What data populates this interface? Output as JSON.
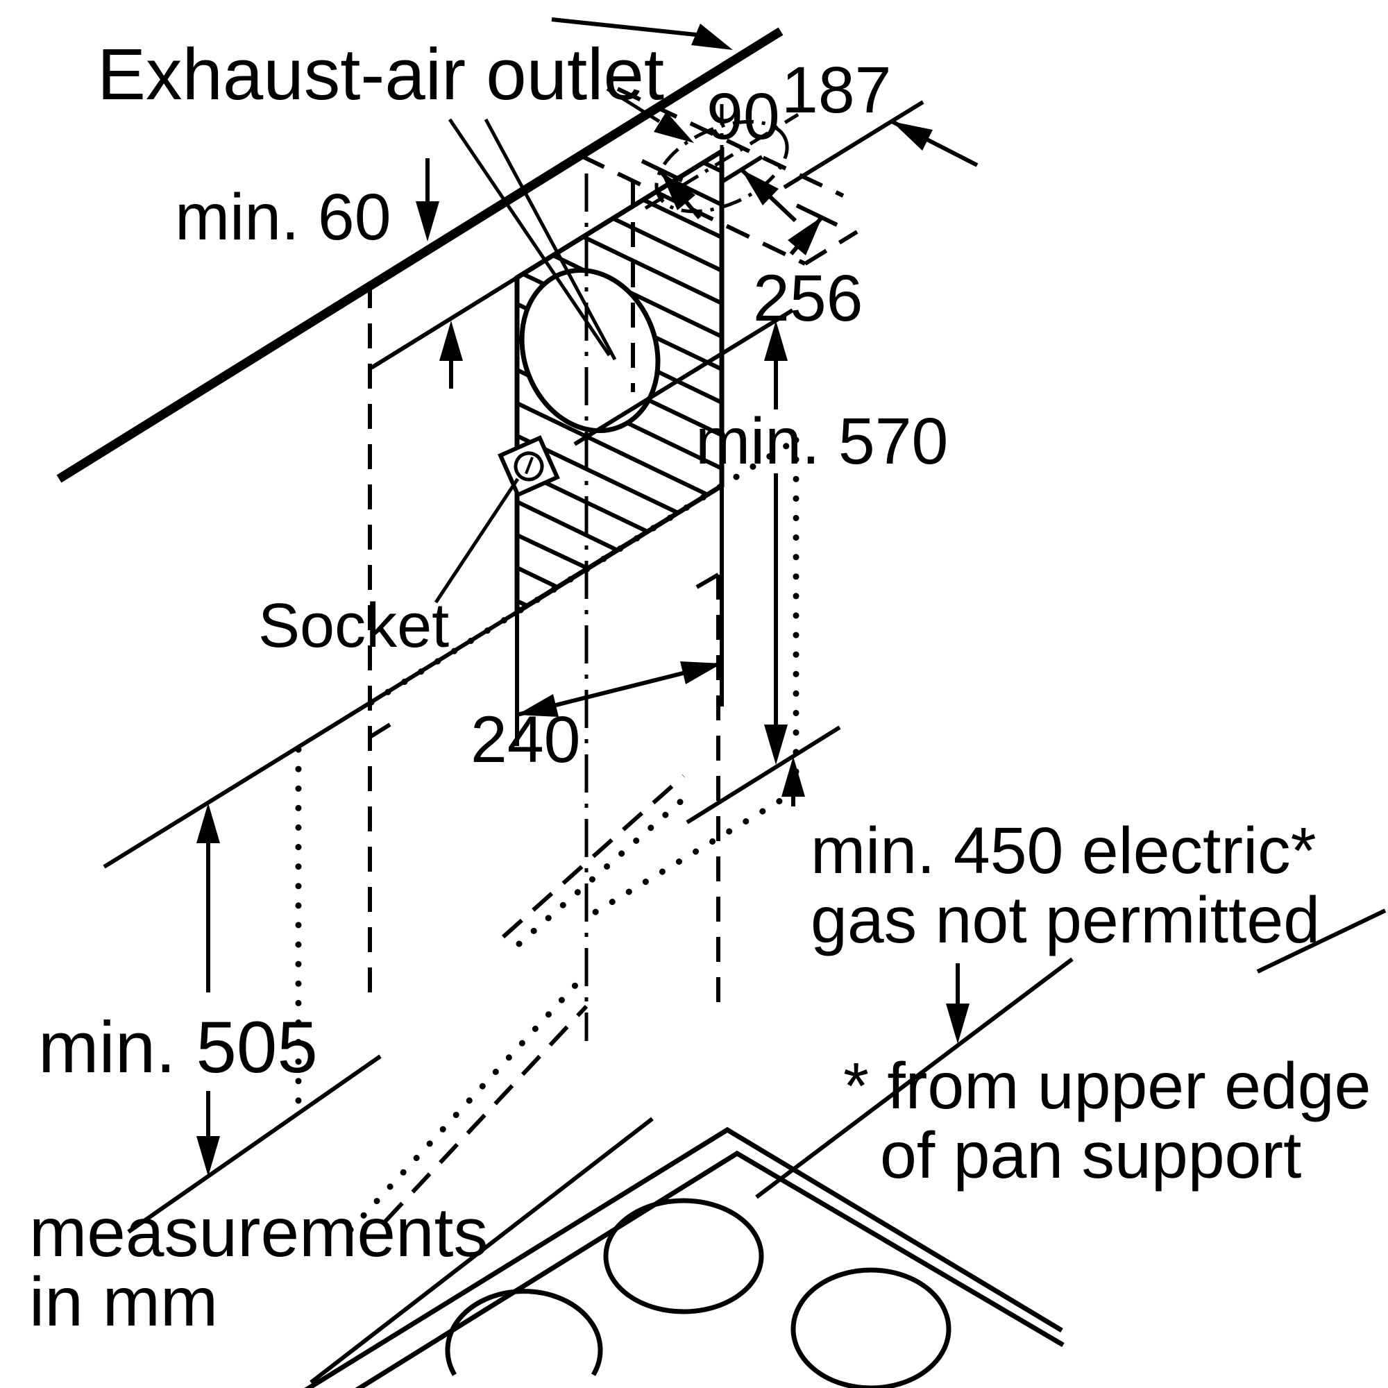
{
  "diagram": {
    "type": "appliance installation drawing (wall-mounted cooker hood)",
    "ink_color": "#000000",
    "background_color": "#ffffff",
    "labels": {
      "exhaust_outlet": "Exhaust-air outlet",
      "socket": "Socket",
      "note_line1": "measurements",
      "note_line2": "in mm",
      "footnote_line1": "* from upper edge",
      "footnote_line2": "of pan support",
      "clearance_line1": "min. 450 electric*",
      "clearance_line2": "gas not permitted"
    },
    "dimensions": {
      "wall_offset": "187",
      "outlet_offset": "90",
      "ceiling_clearance": "min. 60",
      "duct_opening_width": "256",
      "chimney_height": "min. 570",
      "bracket_width": "240",
      "left_min_height": "min. 505"
    },
    "icons": [
      "socket-icon",
      "exhaust-outlet-hole",
      "ceiling-outlet-hole",
      "hob-burners"
    ]
  }
}
